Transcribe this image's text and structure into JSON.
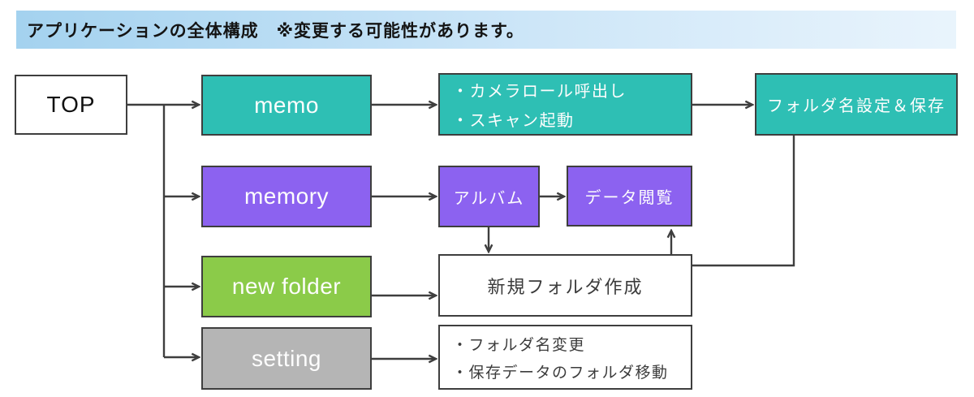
{
  "header": {
    "title": "アプリケーションの全体構成　※変更する可能性があります。"
  },
  "nodes": {
    "top": {
      "label": "TOP"
    },
    "memo": {
      "label": "memo"
    },
    "memo_detail": {
      "lines": [
        "・カメラロール呼出し",
        "・スキャン起動"
      ]
    },
    "folder_save": {
      "label": "フォルダ名設定＆保存"
    },
    "memory": {
      "label": "memory"
    },
    "album": {
      "label": "アルバム"
    },
    "data_view": {
      "label": "データ閲覧"
    },
    "new_folder": {
      "label": "new folder"
    },
    "create_folder": {
      "label": "新規フォルダ作成"
    },
    "setting": {
      "label": "setting"
    },
    "setting_detail": {
      "lines": [
        "・フォルダ名変更",
        "・保存データのフォルダ移動"
      ]
    }
  },
  "colors": {
    "teal": "#2ebfb4",
    "purple": "#8c62f0",
    "green": "#8bcb49",
    "gray": "#b5b5b5",
    "line": "#3e3e3e",
    "header_gradient_start": "#a4d2ef",
    "header_gradient_end": "#e9f4fc",
    "box_text_light": "#fdfdfd",
    "box_text_dark": "#3c3c3c"
  }
}
